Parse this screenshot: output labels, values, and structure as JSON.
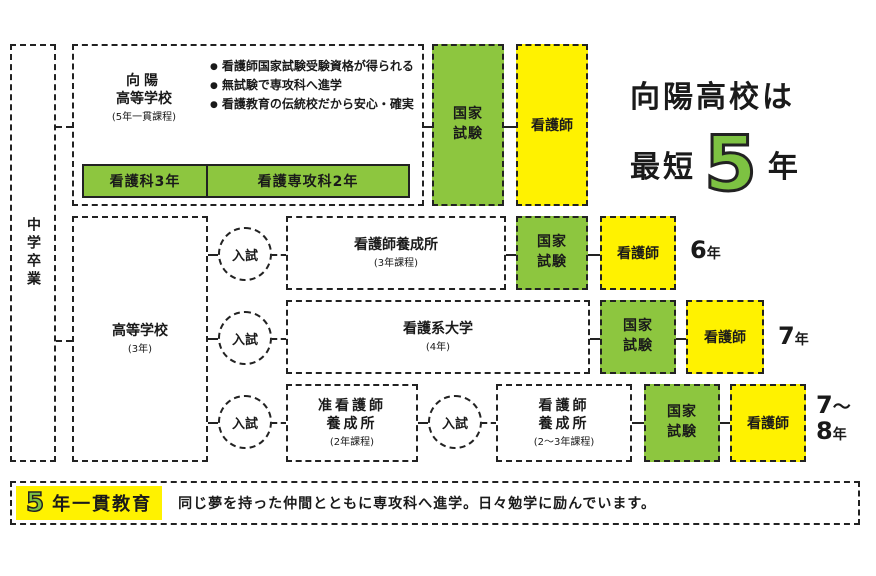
{
  "junior_high": "中学卒業",
  "koyo": {
    "name_line1": "向陽",
    "name_line2": "高等学校",
    "course": "(5年一貫課程)",
    "bullets": [
      "看護師国家試験受験資格が得られる",
      "無試験で専攻科へ進学",
      "看護教育の伝統校だから安心・確実"
    ],
    "program_1": "看護科3年",
    "program_2": "看護専攻科2年"
  },
  "exam": "国家試験",
  "nurse": "看護師",
  "entrance": "入試",
  "high_school": {
    "name": "高等学校",
    "years": "(3年)"
  },
  "route_a": {
    "name": "看護師養成所",
    "sub": "(3年課程)",
    "years_num": "6",
    "years_unit": "年"
  },
  "route_b": {
    "name": "看護系大学",
    "sub": "(4年)",
    "years_num": "7",
    "years_unit": "年"
  },
  "route_c": {
    "assoc_line1": "准看護師",
    "assoc_line2": "養成所",
    "assoc_sub": "(2年課程)",
    "nurse_school_line1": "看護師",
    "nurse_school_line2": "養成所",
    "nurse_school_sub": "(2〜3年課程)",
    "years_num_1": "7",
    "tilde": "〜",
    "years_num_2": "8",
    "years_unit": "年"
  },
  "headline": {
    "line1": "向陽高校は",
    "pre": "最短",
    "num": "5",
    "unit": "年"
  },
  "bottom": {
    "label_num": "5",
    "label_text": "年一貫教育",
    "text": "同じ夢を持った仲間とともに専攻科へ進学。日々勉学に励んでいます。"
  },
  "colors": {
    "green": "#8dc63f",
    "yellow": "#fff200"
  }
}
